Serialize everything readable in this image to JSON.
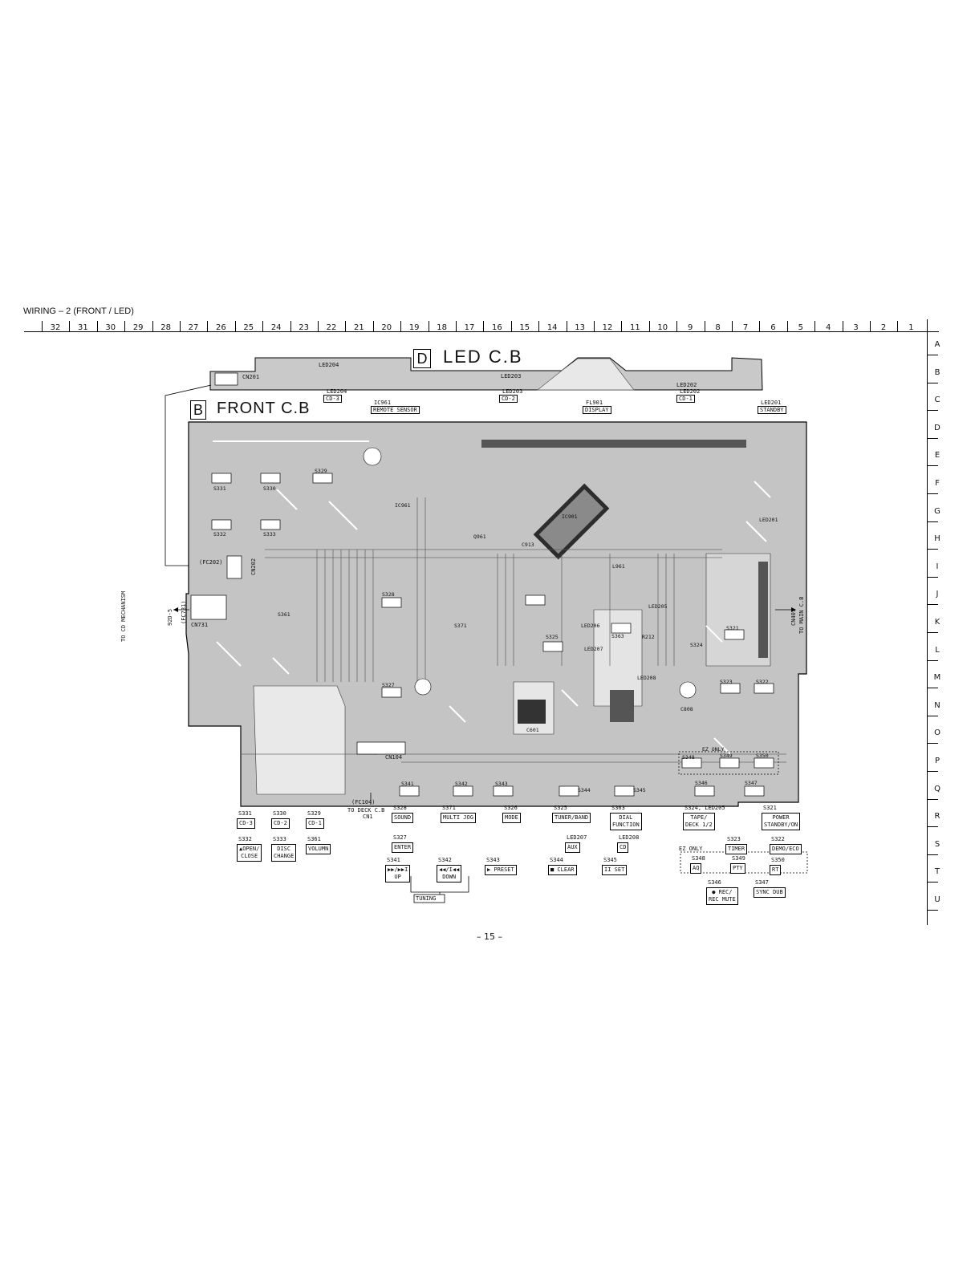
{
  "title": "WIRING – 2  (FRONT / LED)",
  "columns": [
    "32",
    "31",
    "30",
    "29",
    "28",
    "27",
    "26",
    "25",
    "24",
    "23",
    "22",
    "21",
    "20",
    "19",
    "18",
    "17",
    "16",
    "15",
    "14",
    "13",
    "12",
    "11",
    "10",
    "9",
    "8",
    "7",
    "6",
    "5",
    "4",
    "3",
    "2",
    "1"
  ],
  "rows": [
    "A",
    "B",
    "C",
    "D",
    "E",
    "F",
    "G",
    "H",
    "I",
    "J",
    "K",
    "L",
    "M",
    "N",
    "O",
    "P",
    "Q",
    "R",
    "S",
    "T",
    "U"
  ],
  "led_board": {
    "letter": "D",
    "name": "LED C.B",
    "cn201": "CN201",
    "leds": [
      "LED204",
      "LED203",
      "LED202"
    ]
  },
  "front_board": {
    "letter": "B",
    "name": "FRONT C.B"
  },
  "top_labels": [
    {
      "ref": "LED204",
      "func": "CD-3"
    },
    {
      "ref": "IC961",
      "func": "REMOTE SENSOR"
    },
    {
      "ref": "LED203",
      "func": "CD-2"
    },
    {
      "ref": "FL901",
      "func": "DISPLAY"
    },
    {
      "ref": "LED202",
      "func": "CD-1"
    },
    {
      "ref": "LED201",
      "func": "STANDBY"
    }
  ],
  "side_labels": {
    "left_to": "TO CD MECHANISM",
    "left_model": "92D-5",
    "left_fc": "(FC731)",
    "left_cn": "CN731",
    "fc202": "(FC202)",
    "cn202": "CN202",
    "right_to": "TO MAIN C.B",
    "right_cn": "CN401",
    "bottom_fc": "(FC104)",
    "bottom_to": "TO DECK C.B",
    "bottom_cn": "CN1",
    "cn104": "CN104"
  },
  "component_labels": [
    "S331",
    "S330",
    "S329",
    "S332",
    "S333",
    "S361",
    "S328",
    "S371",
    "S327",
    "S341",
    "S342",
    "S343",
    "S344",
    "S345",
    "S325",
    "S363",
    "S324",
    "S321",
    "S323",
    "S322",
    "S348",
    "S349",
    "S350",
    "S346",
    "S347",
    "IC961",
    "IC901",
    "Q961",
    "L961",
    "C601",
    "C913",
    "C808",
    "LED206",
    "LED207",
    "LED208",
    "LED205",
    "LED201",
    "R212",
    "EZ ONLY"
  ],
  "button_groups": [
    {
      "ref": "S331",
      "func": "CD-3"
    },
    {
      "ref": "S330",
      "func": "CD-2"
    },
    {
      "ref": "S329",
      "func": "CD-1"
    },
    {
      "ref": "S332",
      "func": "▲OPEN/\nCLOSE"
    },
    {
      "ref": "S333",
      "func": "DISC\nCHANGE"
    },
    {
      "ref": "S361",
      "func": "VOLUMN"
    },
    {
      "ref": "S328",
      "func": "SOUND"
    },
    {
      "ref": "S371",
      "func": "MULTI JOG"
    },
    {
      "ref": "S326",
      "func": "MODE"
    },
    {
      "ref": "S325",
      "func": "TUNER/BAND"
    },
    {
      "ref": "S363",
      "func": "DIAL\nFUNCTION"
    },
    {
      "ref": "S324, LED205",
      "func": "TAPE/\nDECK 1/2"
    },
    {
      "ref": "S321",
      "func": "POWER\nSTANDBY/ON"
    },
    {
      "ref": "S327",
      "func": "ENTER"
    },
    {
      "ref": "LED207",
      "func": "AUX"
    },
    {
      "ref": "LED208",
      "func": "CD"
    },
    {
      "ref": "S323",
      "func": "TIMER"
    },
    {
      "ref": "S322",
      "func": "DEMO/ECO"
    },
    {
      "ref": "S341",
      "func": "▶▶/▶▶I\nUP"
    },
    {
      "ref": "S342",
      "func": "◀◀/I◀◀\nDOWN"
    },
    {
      "ref": "S343",
      "func": "▶ PRESET"
    },
    {
      "ref": "S344",
      "func": "■ CLEAR"
    },
    {
      "ref": "S345",
      "func": "II SET"
    },
    {
      "ref": "S348",
      "func": "AQ"
    },
    {
      "ref": "S349",
      "func": "PTY"
    },
    {
      "ref": "S350",
      "func": "RT"
    },
    {
      "ref": "S346",
      "func": "● REC/\nREC MUTE"
    },
    {
      "ref": "S347",
      "func": "SYNC DUB"
    }
  ],
  "ez_only": "EZ ONLY",
  "tuning": "TUNING",
  "page_number": "– 15 –"
}
